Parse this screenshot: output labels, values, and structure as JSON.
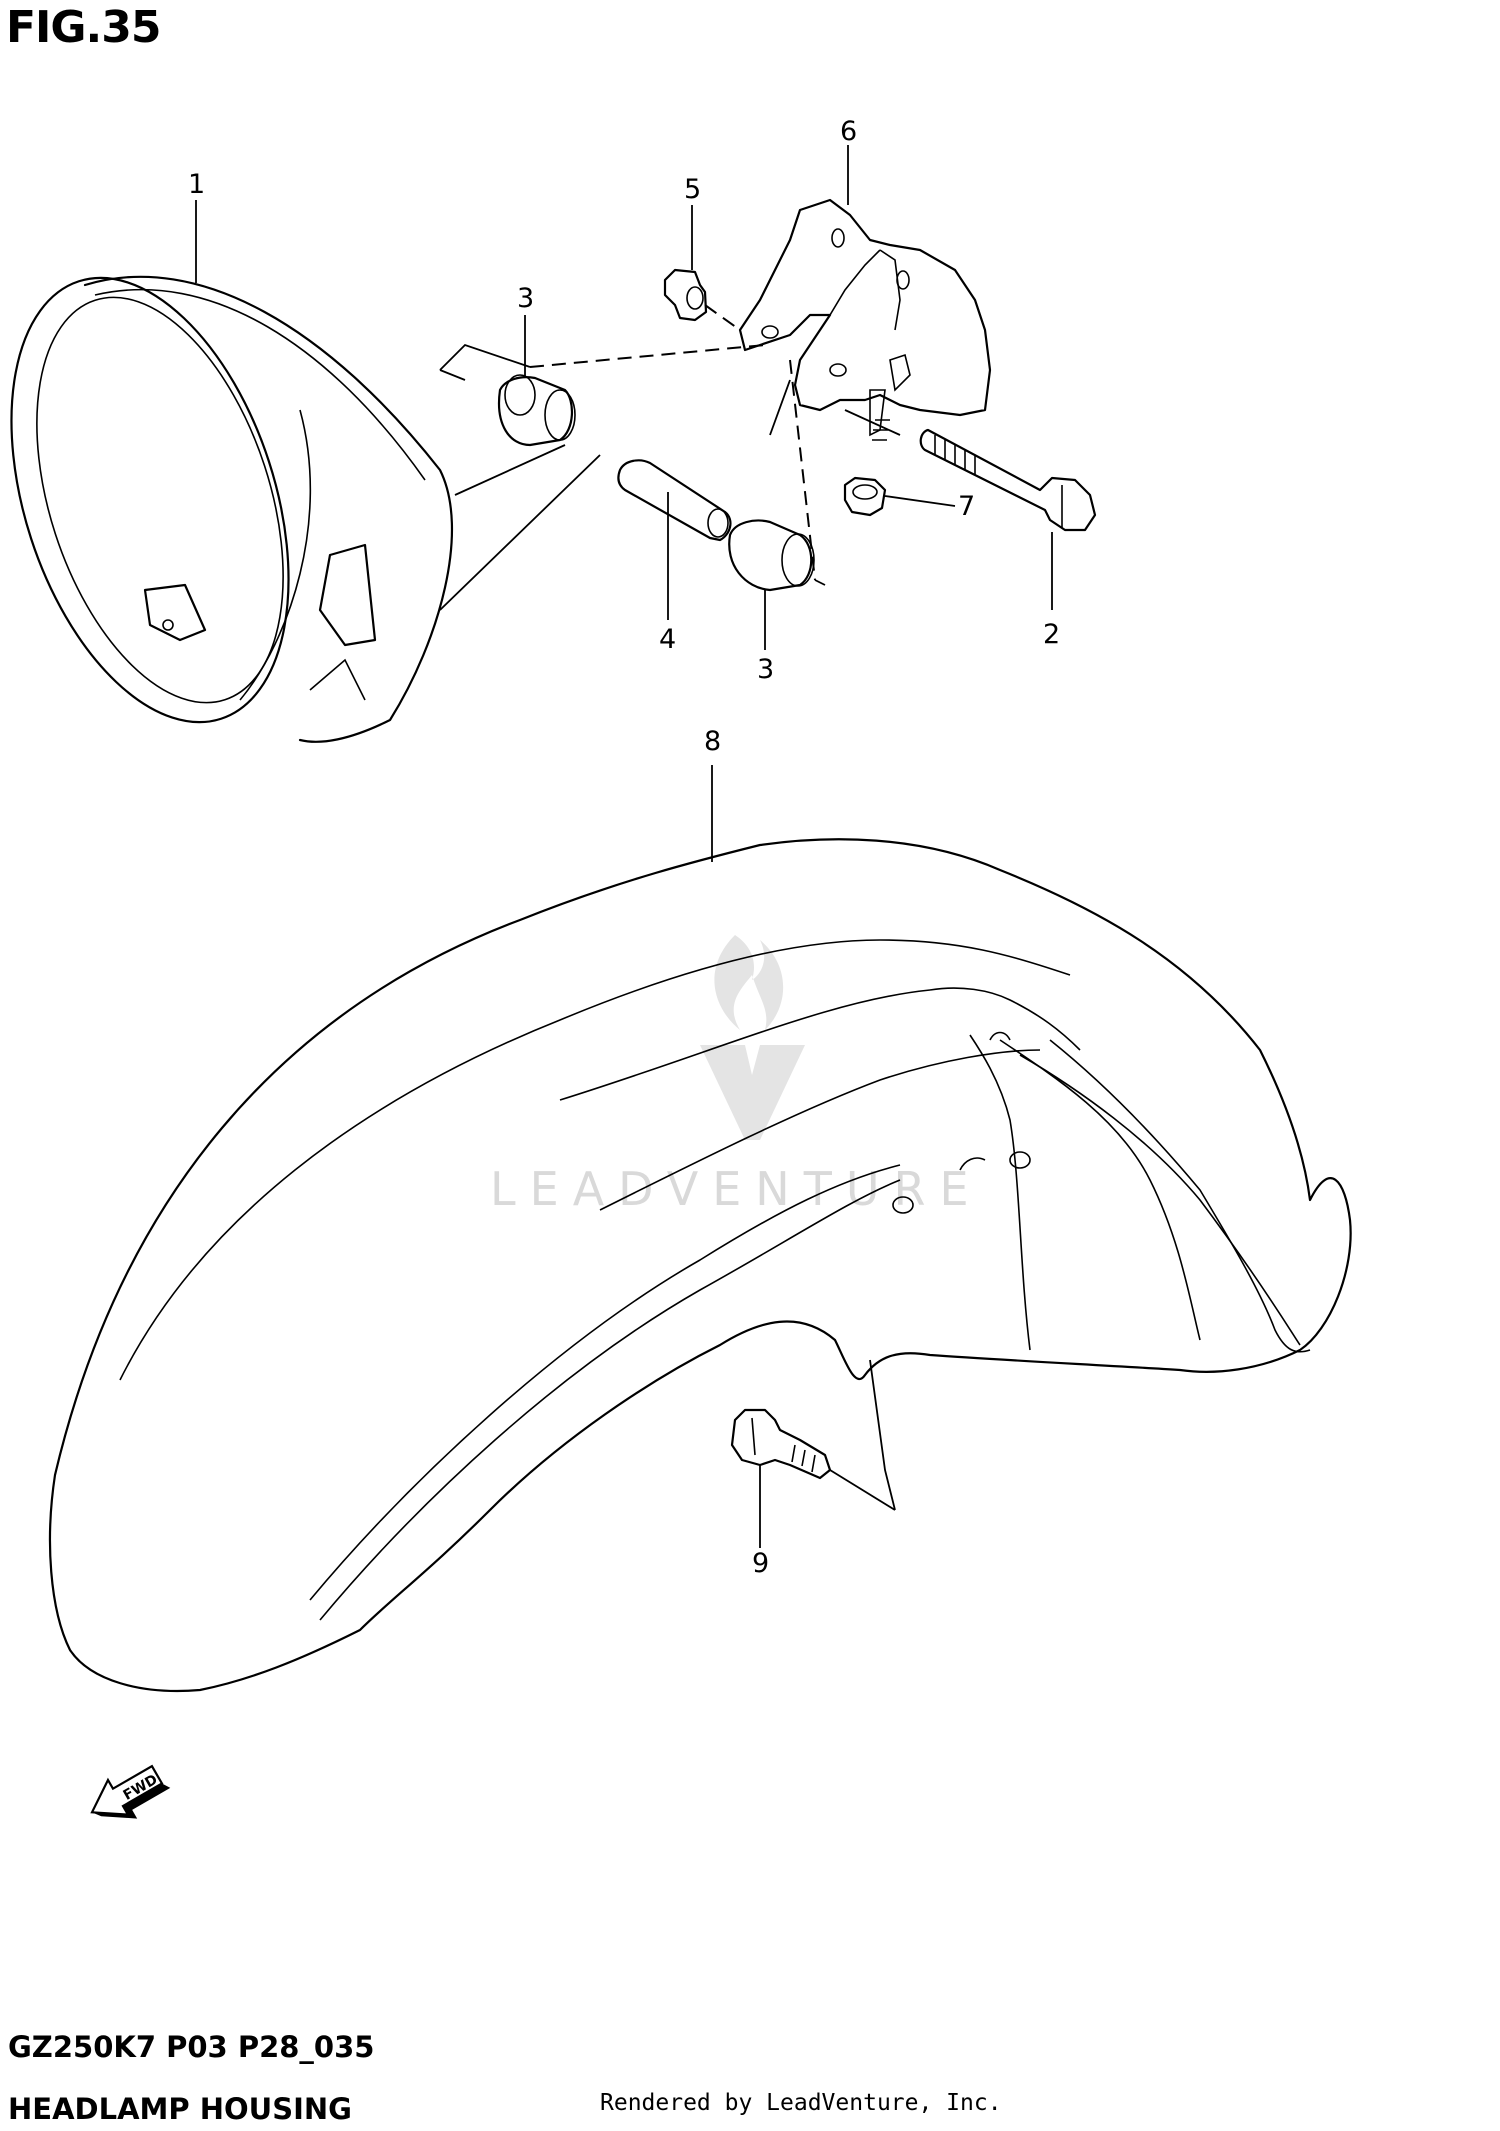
{
  "figure": {
    "title": "FIG.35"
  },
  "callouts": {
    "c1": "1",
    "c2": "2",
    "c3a": "3",
    "c3b": "3",
    "c4": "4",
    "c5": "5",
    "c6": "6",
    "c7": "7",
    "c8": "8",
    "c9": "9"
  },
  "watermark": {
    "text": "LEADVENTURE"
  },
  "fwd_label": "FWD",
  "footer": {
    "code": "GZ250K7 P03 P28_035",
    "name": "HEADLAMP HOUSING",
    "rendered_by": "Rendered by LeadVenture, Inc."
  },
  "icons": {
    "fwd_arrow": "fwd-arrow-icon",
    "watermark_logo": "flame-logo-icon"
  }
}
